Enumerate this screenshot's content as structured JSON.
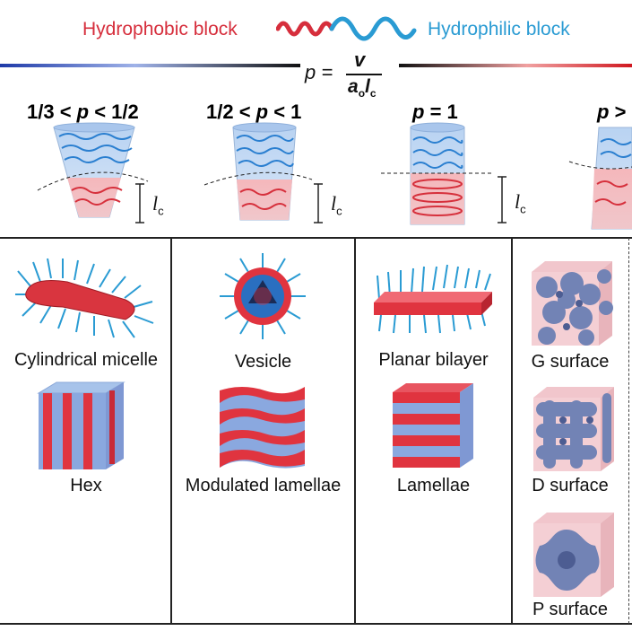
{
  "header": {
    "hydrophobic_label": "Hydrophobic block",
    "hydrophilic_label": "Hydrophilic block",
    "formula": {
      "lhs": "p =",
      "numerator": "v",
      "denominator_a": "a",
      "denominator_a_sub": "o",
      "denominator_l": "l",
      "denominator_l_sub": "c"
    }
  },
  "conditions": [
    {
      "pre": "1/3 < ",
      "var": "p",
      "post": " < 1/2"
    },
    {
      "pre": "1/2 < ",
      "var": "p",
      "post": " < 1"
    },
    {
      "pre": "",
      "var": "p",
      "post": " = 1"
    },
    {
      "pre": "",
      "var": "p",
      "post": " >"
    }
  ],
  "lc_label": {
    "l": "l",
    "sub": "c"
  },
  "columns": [
    {
      "items": [
        "Cylindrical micelle",
        "Hex"
      ]
    },
    {
      "items": [
        "Vesicle",
        "Modulated lamellae"
      ]
    },
    {
      "items": [
        "Planar bilayer",
        "Lamellae"
      ]
    },
    {
      "items": [
        "G surface",
        "D surface",
        "P surface"
      ]
    }
  ],
  "colors": {
    "hydrophobic": "#d62e3c",
    "hydrophilic": "#2a9bd3",
    "grid": "#222222"
  }
}
